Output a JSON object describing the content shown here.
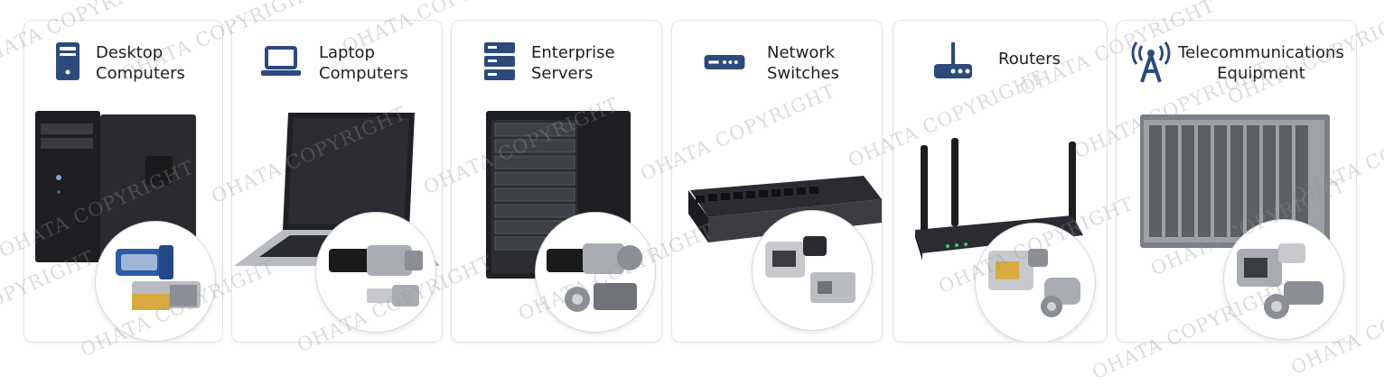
{
  "cards": [
    {
      "title_line1": "Desktop",
      "title_line2": "Computers",
      "icon": "desktop-tower-icon"
    },
    {
      "title_line1": "Laptop",
      "title_line2": "Computers",
      "icon": "laptop-icon"
    },
    {
      "title_line1": "Enterprise",
      "title_line2": "Servers",
      "icon": "server-rack-icon"
    },
    {
      "title_line1": "Network",
      "title_line2": "Switches",
      "icon": "network-switch-icon"
    },
    {
      "title_line1": "Routers",
      "title_line2": "",
      "icon": "router-icon"
    },
    {
      "title_line1": "Telecommunications",
      "title_line2": "Equipment",
      "icon": "antenna-tower-icon"
    }
  ],
  "watermark": "OHATA COPYRIGHT",
  "colors": {
    "icon": "#2c4a7c",
    "text": "#1c1e22",
    "border": "#e1e4e8"
  }
}
